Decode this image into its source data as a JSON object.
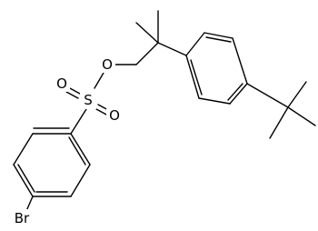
{
  "molecule": {
    "atoms": {
      "sulfur": "S",
      "ester_oxygen": "O",
      "sulfonyl_oxygen_1": "O",
      "sulfonyl_oxygen_2": "O",
      "bromine": "Br"
    }
  }
}
